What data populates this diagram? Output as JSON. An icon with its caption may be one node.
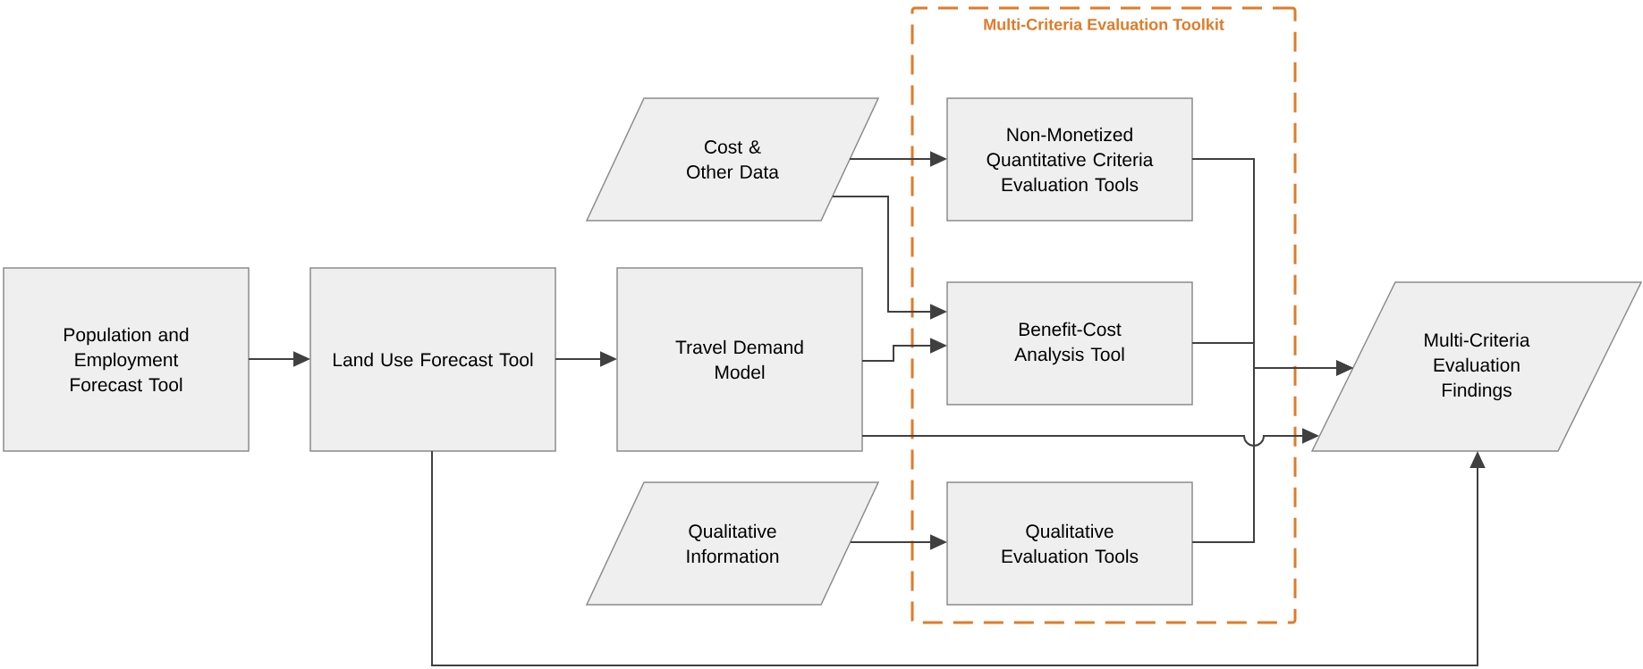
{
  "diagram": {
    "nodes": [
      {
        "text": [
          "Population and Employment Forecast Tool"
        ]
      },
      {
        "text": [
          "Land Use Forecast Tool"
        ]
      },
      {
        "text": [
          "Travel Demand Model"
        ]
      },
      {
        "text": [
          "Cost & Other Data"
        ]
      },
      {
        "text": [
          "Qualitative Information"
        ]
      },
      {
        "text": [
          "Multi-Criteria Evaluation Toolkit"
        ]
      },
      {
        "text": [
          "Non-Monetized Quantitative Criteria Evaluation Tools"
        ],
        "in": 5
      },
      {
        "text": [
          "Benefit-Cost Analysis Tool"
        ],
        "in": 5
      },
      {
        "text": [
          "Qualitative Evaluation Tools"
        ],
        "in": 5
      },
      {
        "text": [
          "Multi-Criteria Evaluation Findings"
        ]
      }
    ],
    "edges": [
      {
        "from": 0,
        "to": 1,
        "arrow": "to"
      },
      {
        "from": 1,
        "to": 2,
        "arrow": "to"
      },
      {
        "from": 3,
        "to": 6,
        "arrow": "to"
      },
      {
        "from": 3,
        "to": 7,
        "arrow": "to"
      },
      {
        "from": 2,
        "to": 7,
        "arrow": "to"
      },
      {
        "from": 2,
        "to": 9,
        "arrow": "to"
      },
      {
        "from": 4,
        "to": 8,
        "arrow": "to"
      },
      {
        "from": 6,
        "to": 9,
        "arrow": "to"
      },
      {
        "from": 7,
        "to": 9,
        "arrow": "to"
      },
      {
        "from": 8,
        "to": 9,
        "arrow": "to"
      },
      {
        "from": 1,
        "to": 9,
        "arrow": "to"
      }
    ]
  }
}
